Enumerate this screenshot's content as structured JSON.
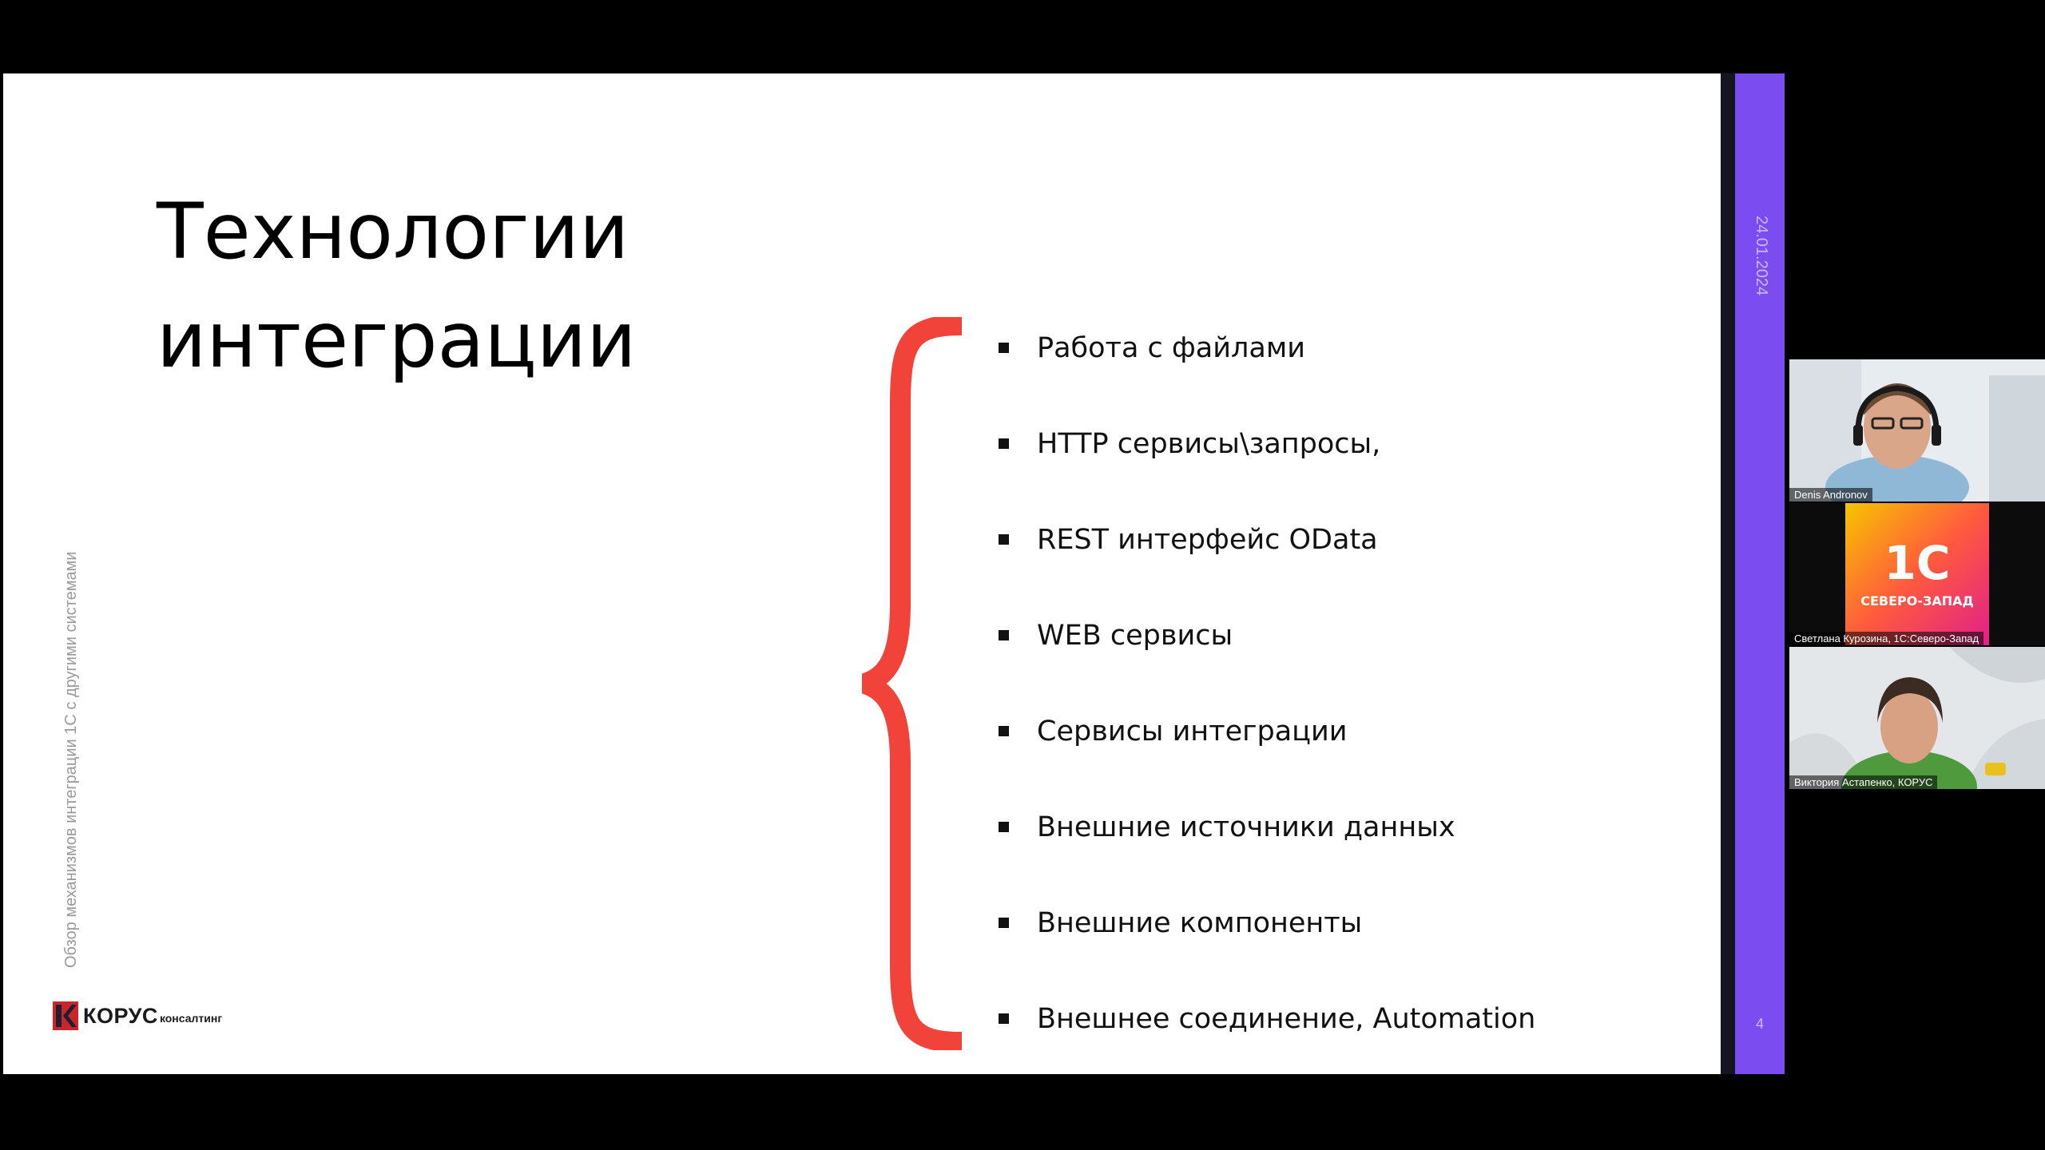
{
  "slide": {
    "title_line1": "Технологии",
    "title_line2": "интеграции",
    "side_caption": "Обзор механизмов интеграции 1С с другими системами",
    "items": [
      "Работа с файлами",
      "HTTP сервисы\\запросы,",
      "REST интерфейс OData",
      "WEB сервисы",
      "Сервисы интеграции",
      "Внешние источники данных",
      "Внешние компоненты",
      "Внешнее соединение, Automation"
    ],
    "logo_word": "КОРУС",
    "logo_sub": "консалтинг",
    "brace_color": "#f2433a"
  },
  "sidebar": {
    "date": "24.01.2024",
    "page_number": "4",
    "accent_color": "#7b4cf0"
  },
  "participants": [
    {
      "name": "Denis Andronov"
    },
    {
      "name": "Светлана Курозина, 1С:Северо-Запад",
      "logo_main": "1С",
      "logo_sub": "СЕВЕРО-ЗАПАД"
    },
    {
      "name": "Виктория Астапенко, КОРУС"
    }
  ]
}
